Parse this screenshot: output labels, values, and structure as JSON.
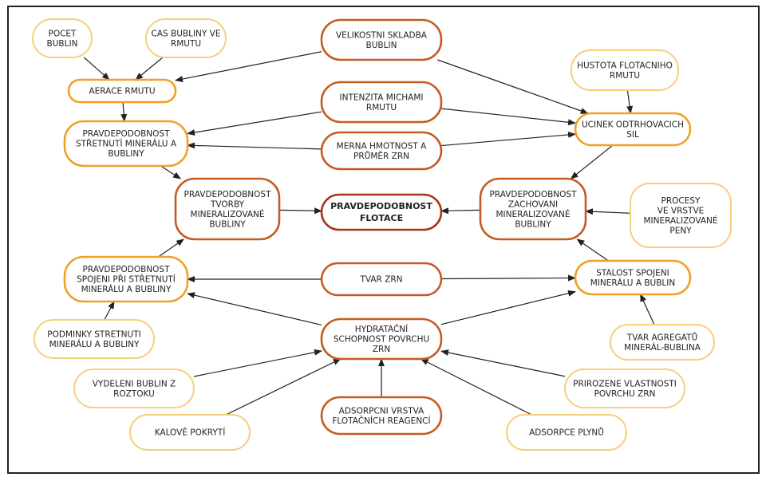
{
  "colors": {
    "light": "#f6cf7a",
    "orange": "#f0a028",
    "red": "#c45a20",
    "darkred": "#a83418",
    "arrow": "#222222"
  },
  "nodes": [
    {
      "id": "pocet_bublin",
      "style": "light",
      "lines": [
        "POCET",
        "BUBLIN"
      ]
    },
    {
      "id": "cas_bubliny",
      "style": "light",
      "lines": [
        "CAS BUBLINY VE",
        "RMUTU"
      ]
    },
    {
      "id": "velikostni",
      "style": "red",
      "lines": [
        "VELIKOSTNI SKLADBA",
        "BUBLIN"
      ]
    },
    {
      "id": "hustota",
      "style": "light",
      "lines": [
        "HUSTOTA FLOTACNIHO",
        "RMUTU"
      ]
    },
    {
      "id": "aerace",
      "style": "orange",
      "lines": [
        "AERACE RMUTU"
      ]
    },
    {
      "id": "intenzita",
      "style": "red",
      "lines": [
        "INTENZITA MICHAMI",
        "RMUTU"
      ]
    },
    {
      "id": "ucinek",
      "style": "orange",
      "lines": [
        "UCINEK ODTRHOVACICH",
        "SIL"
      ]
    },
    {
      "id": "prav_stretnuti",
      "style": "orange",
      "lines": [
        "PRAVDEPODOBNOST",
        "STŘETNUTÍ MINERÁLU A",
        "BUBLINY"
      ]
    },
    {
      "id": "merna",
      "style": "red",
      "lines": [
        "MERNA HMOTNOST A",
        "PRŮMĚR ZRN"
      ]
    },
    {
      "id": "prav_tvorby",
      "style": "red",
      "lines": [
        "PRAVDEPODOBNOST",
        "TVORBY",
        "MINERALIZOVANÉ",
        "BUBLINY"
      ]
    },
    {
      "id": "prav_flotace",
      "style": "darkred",
      "bold": true,
      "lines": [
        "PRAVDEPODOBNOST",
        "FLOTACE"
      ]
    },
    {
      "id": "prav_zachovani",
      "style": "red",
      "lines": [
        "PRAVDEPODOBNOST",
        "ZACHOVANI",
        "MINERALIZOVANÉ",
        "BUBLINY"
      ]
    },
    {
      "id": "procesy",
      "style": "light",
      "lines": [
        "PROCESY",
        "VE VRSTVE",
        "MINERALIZOVANÉ",
        "PENY"
      ]
    },
    {
      "id": "prav_spojeni",
      "style": "orange",
      "lines": [
        "PRAVDEPODOBNOST",
        "SPOJENI PŘI STŘETNUTÍ",
        "MINERÁLU A BUBLINY"
      ]
    },
    {
      "id": "tvar_zrn",
      "style": "red",
      "lines": [
        "TVAR ZRN"
      ]
    },
    {
      "id": "stalost",
      "style": "orange",
      "lines": [
        "STALOST SPOJENI",
        "MINERÁLU A BUBLIN"
      ]
    },
    {
      "id": "podminky",
      "style": "light",
      "lines": [
        "PODMINKY STRETNUTI",
        "MINERÁLU A BUBLINY"
      ]
    },
    {
      "id": "hydratacni",
      "style": "red",
      "lines": [
        "HYDRATAČNÍ",
        "SCHOPNOST POVRCHU",
        "ZRN"
      ]
    },
    {
      "id": "tvar_agregatu",
      "style": "light",
      "lines": [
        "TVAR AGREGATŮ",
        "MINERÁL-BUBLINA"
      ]
    },
    {
      "id": "vydeleni",
      "style": "light",
      "lines": [
        "VYDELENI BUBLIN Z",
        "ROZTOKU"
      ]
    },
    {
      "id": "prirozene",
      "style": "light",
      "lines": [
        "PRIROZENE VLASTNOSTI",
        "POVRCHU ZRN"
      ]
    },
    {
      "id": "kalove",
      "style": "light",
      "lines": [
        "KALOVÉ POKRYTÍ"
      ]
    },
    {
      "id": "adsorpcni",
      "style": "red",
      "lines": [
        "ADSORPCNI VRSTVA",
        "FLOTAČNÍCH REAGENCÍ"
      ]
    },
    {
      "id": "adsorpce_plynu",
      "style": "light",
      "lines": [
        "ADSORPCE PLYNŮ"
      ]
    }
  ],
  "edges": [
    [
      "pocet_bublin",
      "aerace"
    ],
    [
      "cas_bubliny",
      "aerace"
    ],
    [
      "velikostni",
      "aerace"
    ],
    [
      "velikostni",
      "ucinek"
    ],
    [
      "hustota",
      "ucinek"
    ],
    [
      "aerace",
      "prav_stretnuti"
    ],
    [
      "intenzita",
      "prav_stretnuti"
    ],
    [
      "intenzita",
      "ucinek"
    ],
    [
      "merna",
      "prav_stretnuti"
    ],
    [
      "merna",
      "ucinek"
    ],
    [
      "prav_stretnuti",
      "prav_tvorby"
    ],
    [
      "prav_spojeni",
      "prav_tvorby"
    ],
    [
      "ucinek",
      "prav_zachovani"
    ],
    [
      "procesy",
      "prav_zachovani"
    ],
    [
      "stalost",
      "prav_zachovani"
    ],
    [
      "prav_zachovani",
      "prav_flotace"
    ],
    [
      "prav_tvorby",
      "prav_flotace"
    ],
    [
      "tvar_zrn",
      "prav_spojeni"
    ],
    [
      "tvar_zrn",
      "stalost"
    ],
    [
      "hydratacni",
      "prav_spojeni"
    ],
    [
      "hydratacni",
      "stalost"
    ],
    [
      "podminky",
      "prav_spojeni"
    ],
    [
      "tvar_agregatu",
      "stalost"
    ],
    [
      "vydeleni",
      "hydratacni"
    ],
    [
      "kalove",
      "hydratacni"
    ],
    [
      "adsorpcni",
      "hydratacni"
    ],
    [
      "prirozene",
      "hydratacni"
    ],
    [
      "adsorpce_plynu",
      "hydratacni"
    ]
  ]
}
